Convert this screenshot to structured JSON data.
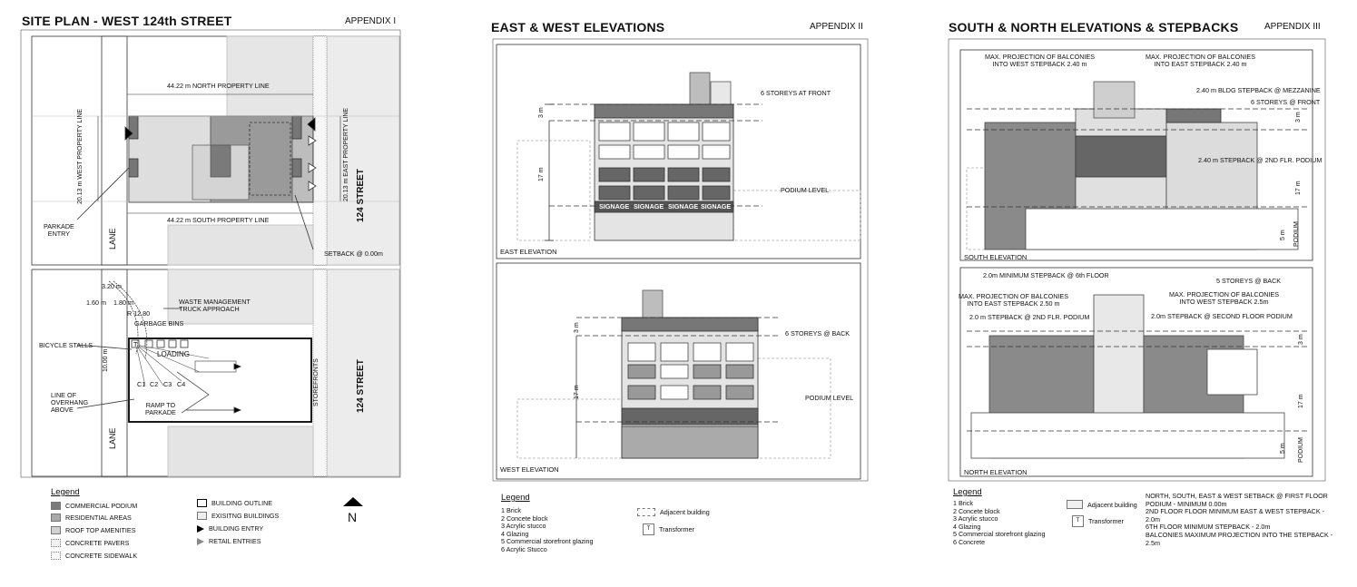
{
  "panels": {
    "site": {
      "title": "SITE PLAN - WEST 124th STREET",
      "appendix": "APPENDIX I"
    },
    "ew": {
      "title": "EAST & WEST ELEVATIONS",
      "appendix": "APPENDIX II"
    },
    "sn": {
      "title": "SOUTH & NORTH ELEVATIONS & STEPBACKS",
      "appendix": "APPENDIX III"
    }
  },
  "site_labels": {
    "north_pl": "44.22 m NORTH PROPERTY LINE",
    "south_pl": "44.22 m SOUTH PROPERTY LINE",
    "west_pl": "20.13 m WEST  PROPERTY LINE",
    "east_pl": "20.13 m EAST PROPERTY LINE",
    "parkade_entry": "PARKADE\nENTRY",
    "lane": "LANE",
    "street": "124 STREET",
    "setback": "SETBACK @ 0.00m",
    "dim_320": "3.20 m",
    "dim_160": "1.60 m",
    "dim_180": "1.80 m",
    "waste": "WASTE MANAGEMENT\nTRUCK APPROACH",
    "r1280": "R 12.80",
    "garbage": "GARBAGE BINS",
    "bicycle": "BICYCLE STALLS",
    "dim_1000": "10.00 m",
    "loading": "LOADING",
    "storefronts": "STOREFRONTS",
    "overhang": "LINE OF\nOVERHANG\nABOVE",
    "ramp": "RAMP TO\nPARKADE",
    "c1": "C1",
    "c2": "C2",
    "c3": "C3",
    "c4": "C4",
    "t": "T"
  },
  "site_legend": {
    "title": "Legend",
    "items": [
      {
        "label": "COMMERCIAL PODIUM",
        "color": "#7a7a7a"
      },
      {
        "label": "RESIDENTIAL AREAS",
        "color": "#a9a9a9"
      },
      {
        "label": "ROOF TOP AMENITIES",
        "color": "#d2d2d2"
      },
      {
        "label": "CONCRETE PAVERS",
        "color": "#f2f2f2"
      },
      {
        "label": "CONCRETE SIDEWALK",
        "color": "#fafafa"
      }
    ],
    "items2": [
      "BUILDING OUTLINE",
      "EXISITNG BUILDINGS",
      "BUILDING ENTRY",
      "RETAIL ENTRIES"
    ],
    "north": "N"
  },
  "ew_labels": {
    "east_elev": "EAST ELEVATION",
    "west_elev": "WEST ELEVATION",
    "storeys_front": "6 STOREYS AT FRONT",
    "storeys_back": "6 STOREYS @ BACK",
    "podium": "PODIUM LEVEL",
    "signage": "SIGNAGE",
    "m3": "3 m",
    "m17": "17 m"
  },
  "ew_legend": {
    "title": "Legend",
    "text": "1 Brick\n2 Concete block\n3 Acrylic stucco\n4 Glazing\n5 Commercial storefront glazing\n6 Acrylic Stucco",
    "adjacent": "Adjacent building",
    "transformer": "Transformer",
    "t": "T"
  },
  "sn_labels": {
    "max_west": "MAX. PROJECTION OF BALCONIES\nINTO WEST STEPBACK 2.40 m",
    "max_east": "MAX. PROJECTION OF BALCONIES\nINTO EAST STEPBACK 2.40 m",
    "bldg_stepback": "2.40 m BLDG STEPBACK @ MEZZANINE",
    "storeys_front": "6 STOREYS @ FRONT",
    "stepback_2nd": "2.40 m STEPBACK @ 2ND FLR. PODIUM",
    "south_elev": "SOUTH ELEVATION",
    "min_6th": "2.0m MINIMUM STEPBACK @ 6th FLOOR",
    "storeys_back": "5 STOREYS @ BACK",
    "max_east2": "MAX. PROJECTION OF BALCONIES\nINTO EAST STEPBACK 2.50 m",
    "max_west2": "MAX. PROJECTION OF BALCONIES\nINTO WEST STEPBACK 2.5m",
    "step_2nd_left": "2.0 m STEPBACK @ 2ND FLR. PODIUM",
    "step_2nd_right": "2.0m STEPBACK @ SECOND FLOOR PODIUM",
    "north_elev": "NORTH ELEVATION",
    "podium": "PODIUM",
    "m3": "3 m",
    "m5": "5 m",
    "m17": "17 m"
  },
  "sn_legend": {
    "title": "Legend",
    "text": "1 Brick\n2 Concete block\n3 Acrylic stucco\n4 Glazing\n5 Commercial storefront glazing\n6 Concrete",
    "adjacent": "Adjacent building",
    "transformer": "Transformer",
    "t": "T",
    "notes": "NORTH, SOUTH, EAST & WEST SETBACK @ FIRST FLOOR\nPODIUM - MINIMUM 0.00m\n2ND FLOOR FLOOR MINIMUM EAST & WEST STEPBACK -\n2.0m\n6TH FLOOR MINIMUM STEPBACK - 2.0m\nBALCONIES MAXIMUM PROJECTION INTO THE STEPBACK -\n2.5m"
  }
}
